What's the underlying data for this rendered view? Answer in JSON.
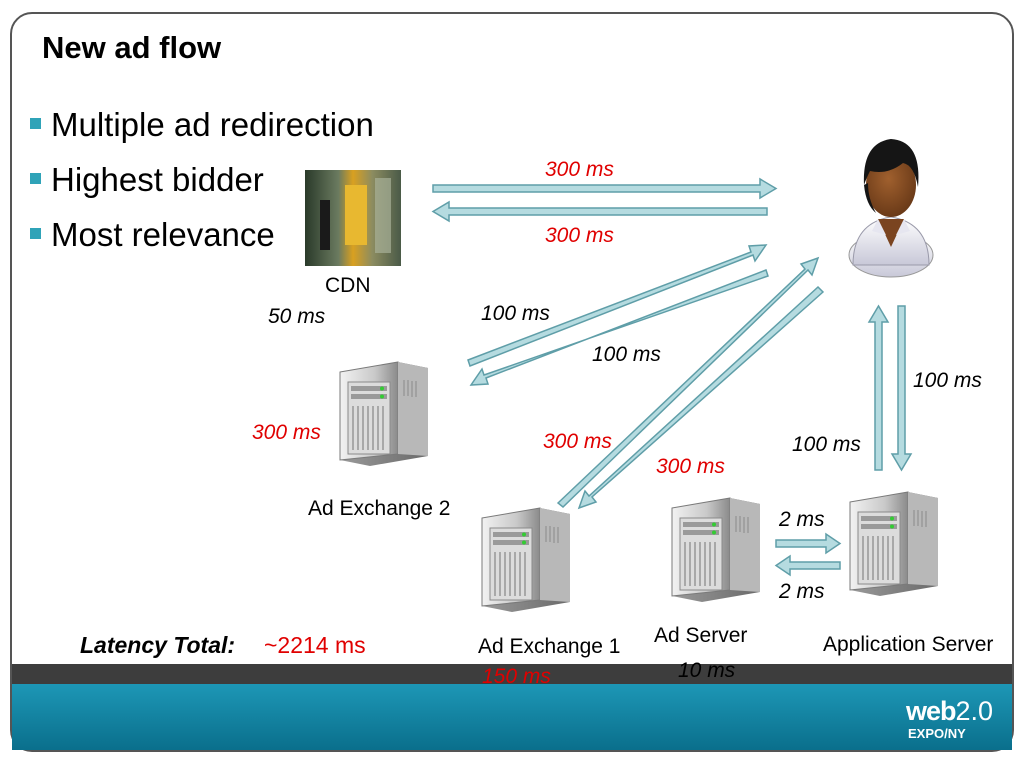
{
  "slide": {
    "title": "New ad flow",
    "bullets": [
      "Multiple ad redirection",
      "Highest bidder",
      "Most relevance"
    ]
  },
  "nodes": {
    "cdn": {
      "label": "CDN",
      "latency": "50 ms"
    },
    "ad_exchange_2": {
      "label": "Ad Exchange 2",
      "latency": "300 ms"
    },
    "ad_exchange_1": {
      "label": "Ad Exchange 1",
      "latency": "150 ms"
    },
    "ad_server": {
      "label": "Ad Server",
      "latency": "10 ms"
    },
    "application_server": {
      "label": "Application Server"
    }
  },
  "arrows": {
    "user_to_cdn_top": "300 ms",
    "user_to_cdn_bottom": "300 ms",
    "user_to_exchange2_a": "100 ms",
    "user_to_exchange2_b": "100 ms",
    "user_to_exchange1_a": "300 ms",
    "user_to_exchange1_b": "300 ms",
    "user_appserver_right": "100 ms",
    "user_appserver_left": "100 ms",
    "adserver_appserver_top": "2 ms",
    "adserver_appserver_bottom": "2 ms"
  },
  "footer": {
    "latency_label": "Latency Total:",
    "latency_value": "~2214 ms",
    "logo_web": "web",
    "logo_version": "2.0",
    "logo_expo": "EXPO/NY"
  },
  "colors": {
    "arrow_fill": "#b5dbe0",
    "arrow_stroke": "#5f9ea8",
    "accent": "#2fa3b8",
    "latency_red": "#e00000",
    "band_teal": "#0f84a4"
  },
  "icons": [
    "user-icon",
    "server-icon",
    "cdn-photo"
  ]
}
